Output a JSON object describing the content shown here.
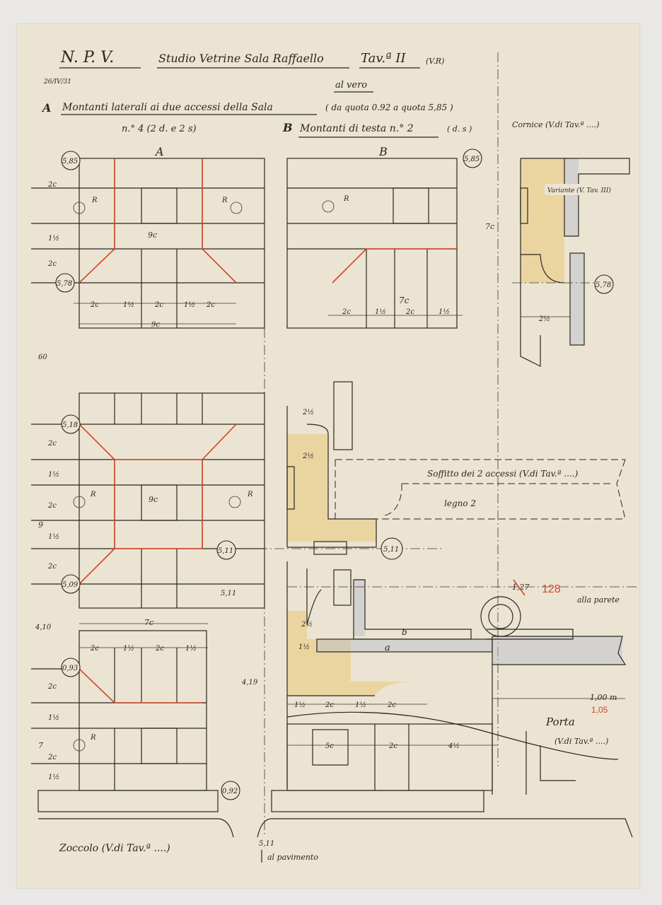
{
  "header": {
    "code": "N. P. V.",
    "title": "Studio Vetrine Sala Raffaello",
    "table": "Tav.ª II",
    "table_note": "(V.R)",
    "date": "26/IV/31",
    "scale": "al vero"
  },
  "section_a": {
    "letter": "A",
    "title": "Montanti laterali ai due accessi della Sala",
    "range": "( da quota 0.92 a quota 5,85 )",
    "count": "n.° 4 (2 d. e 2 s)"
  },
  "section_b": {
    "letter": "B",
    "title": "Montanti di testa n.° 2",
    "count": "( d. s )"
  },
  "cornice": "Cornice (V.di Tav.ª ....)",
  "variante": "Variante (V. Tav. III)",
  "levels": [
    "5,85",
    "5,78",
    "5,18",
    "5,11",
    "5,09",
    "0,93",
    "0,92"
  ],
  "dims": {
    "two": "2c",
    "one_half": "1½",
    "nine": "9c",
    "seven": "7c",
    "two_half": "2½",
    "five": "5c",
    "four_half": "4½",
    "sixty": "60",
    "nine_v": "9",
    "seven_v": "7",
    "r": "R"
  },
  "notes": {
    "h410": "4,10",
    "h419": "4,19",
    "h511": "5,11",
    "pavimento": "al pavimento",
    "zoccolo": "Zoccolo (V.di Tav.ª ....)",
    "soffitto": "Soffitto dei 2 accessi (V.di Tav.ª ....)",
    "legno": "legno 2",
    "old_127": "1,27",
    "new_128": "128",
    "parete": "alla parete",
    "b": "b",
    "a": "a",
    "old_100": "1,00 m",
    "new_105": "1,05",
    "porta": "Porta",
    "porta_ref": "(V.di Tav.ª ....)",
    "faint": "5,11"
  },
  "colors": {
    "paper": "#ece4d2",
    "ink": "#2a2622",
    "red": "#d0452c",
    "yellow": "#e9c979",
    "blue": "#b9bfcc"
  }
}
